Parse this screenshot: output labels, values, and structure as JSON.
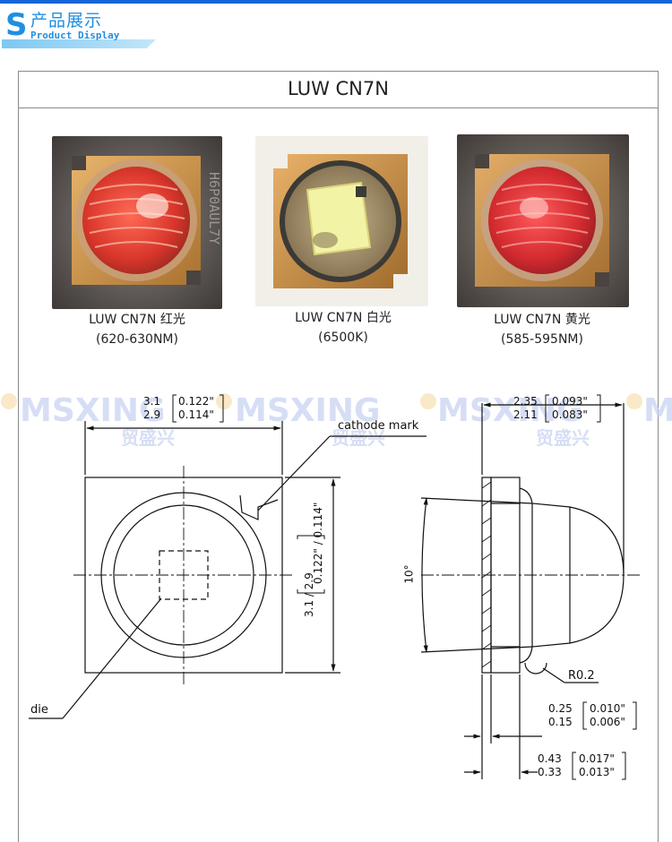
{
  "header": {
    "letter": "S",
    "title_cn": "产品展示",
    "title_en": "Product Display"
  },
  "panel": {
    "title": "LUW CN7N"
  },
  "products": [
    {
      "name": "LUW CN7N 红光",
      "spec": "(620-630NM)"
    },
    {
      "name": "LUW CN7N 白光",
      "spec": "(6500K)"
    },
    {
      "name": "LUW CN7N 黄光",
      "spec": "(585-595NM)"
    }
  ],
  "photo_marking": "H6P0AUL7Y",
  "watermark": {
    "brand": "MSXING",
    "brand_cn": "贸盛兴"
  },
  "drawing": {
    "top_width": {
      "mm_max": "3.1",
      "mm_min": "2.9",
      "in_max": "0.122\"",
      "in_min": "0.114\""
    },
    "top_height": {
      "mm_max": "3.1",
      "mm_min": "2.9",
      "in_max": "0.122\"",
      "in_min": "0.114\""
    },
    "side_width": {
      "mm_max": "2.35",
      "mm_min": "2.11",
      "in_max": "0.093\"",
      "in_min": "0.083\""
    },
    "base_thickness": {
      "mm_max": "0.25",
      "mm_min": "0.15",
      "in_max": "0.010\"",
      "in_min": "0.006\""
    },
    "substrate_thickness": {
      "mm_max": "0.43",
      "mm_min": "0.33",
      "in_max": "0.017\"",
      "in_min": "0.013\""
    },
    "cathode_label": "cathode mark",
    "die_label": "die",
    "angle_label": "10°",
    "radius_label": "R0.2"
  },
  "colors": {
    "accent": "#1f8fe0",
    "topline": "#1565d8",
    "frame": "#8a8a8a",
    "watermark": "#c9d4f2"
  }
}
